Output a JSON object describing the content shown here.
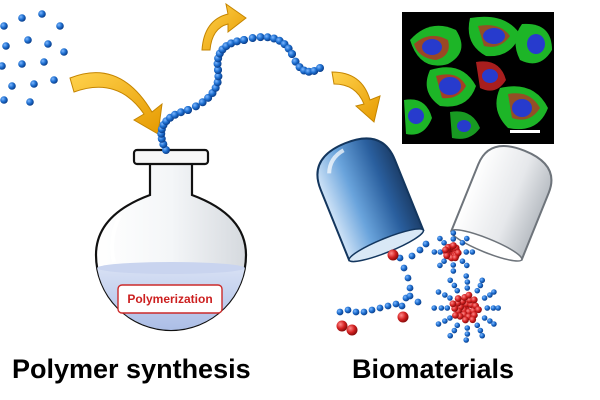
{
  "captions": {
    "left": "Polymer synthesis",
    "right": "Biomaterials"
  },
  "flask": {
    "label": "Polymerization"
  },
  "colors": {
    "monomer_blue": "#1565c0",
    "arrow_gold": "#f5b301",
    "capsule_blue": "#2f6fb0",
    "capsule_white": "#eceef0",
    "end_group_red": "#d21f1f",
    "cell_green": "#1fbf2a",
    "cell_red": "#d02626",
    "nucleus_blue": "#2a3fd8",
    "flask_liquid": "#b8c8ea"
  },
  "icons": {
    "arrows": "curved-arrow-icon",
    "capsule": "capsule-icon",
    "flask": "round-bottom-flask-icon",
    "micelle": "micelle-icon",
    "cell_image": "fluorescence-micrograph-icon"
  }
}
